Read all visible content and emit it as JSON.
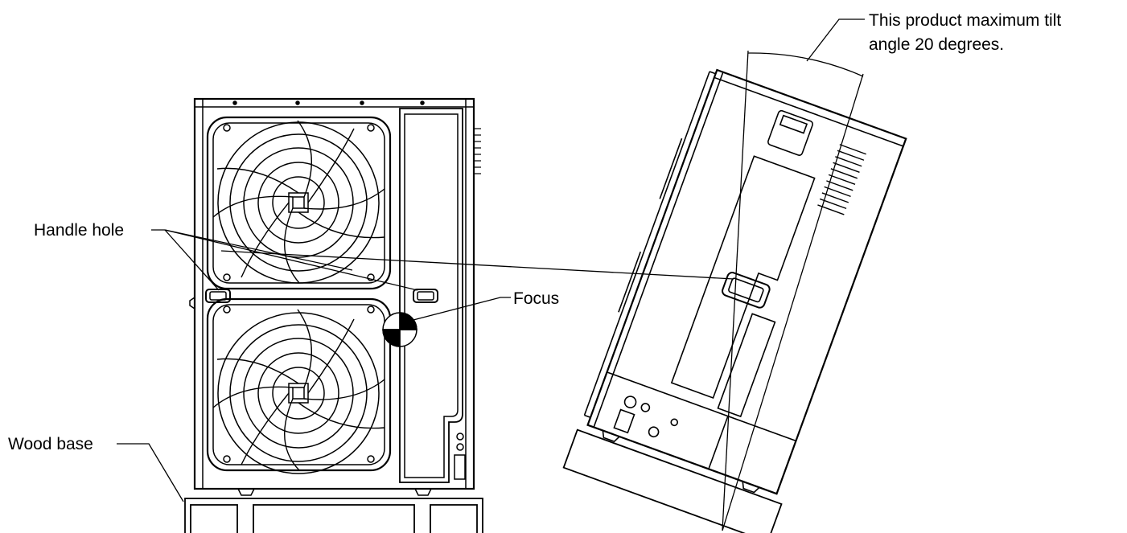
{
  "labels": {
    "tilt_line1": "This product maximum tilt",
    "tilt_line2": "angle 20 degrees.",
    "handle_hole": "Handle hole",
    "focus": "Focus",
    "wood_base": "Wood base"
  },
  "specs": {
    "max_tilt_angle_deg": 20
  },
  "colors": {
    "line": "#000000",
    "background": "#ffffff"
  }
}
